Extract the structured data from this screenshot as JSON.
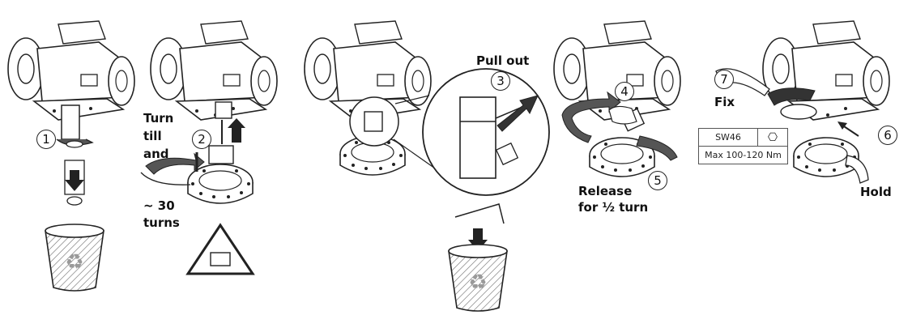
{
  "labels": {
    "turn_till_line1": "Turn",
    "turn_till_line2": "till",
    "turn_till_line3": "and",
    "turns_line1": "~ 30",
    "turns_line2": "turns",
    "pull_out": "Pull out",
    "release_line1": "Release",
    "release_line2": "for ½ turn",
    "fix": "Fix",
    "hold": "Hold"
  },
  "steps": [
    "1",
    "2",
    "3",
    "4",
    "5",
    "6",
    "7"
  ],
  "spec": {
    "wrench": "SW46",
    "hex_symbol": "⎔",
    "torque": "Max 100-120 Nm"
  },
  "recycle_symbol": "♻",
  "colors": {
    "line": "#222222",
    "arrow_fill": "#444444",
    "hatch": "#666666",
    "recycle": "#9a9a9a"
  }
}
